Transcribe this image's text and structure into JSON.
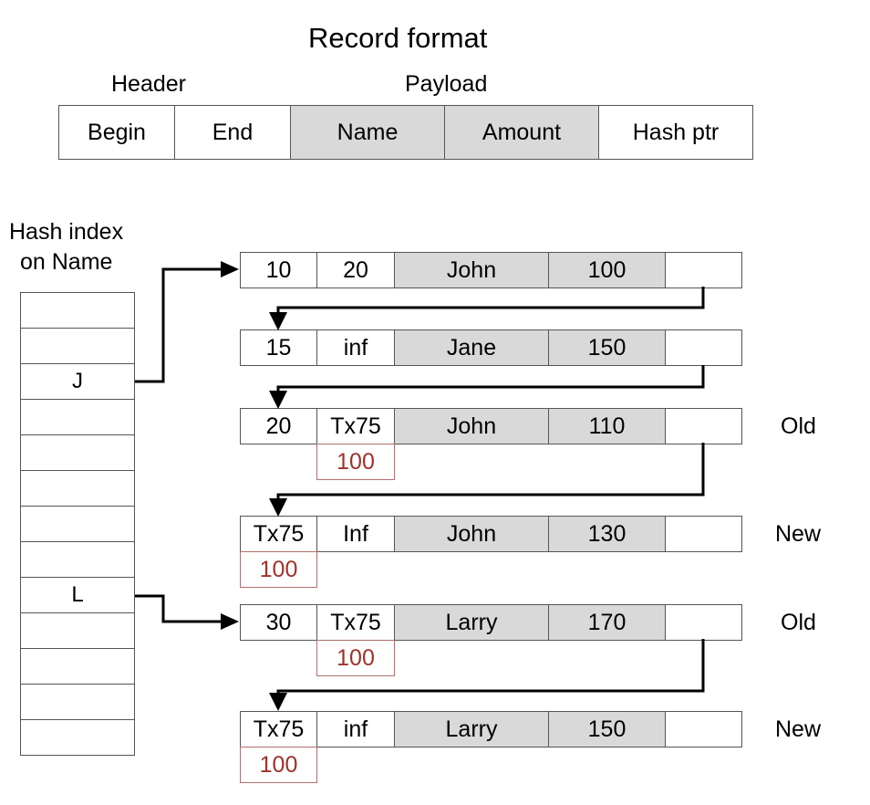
{
  "title": "Record format",
  "format": {
    "header_label": "Header",
    "payload_label": "Payload",
    "fields": [
      "Begin",
      "End",
      "Name",
      "Amount",
      "Hash ptr"
    ]
  },
  "hash_index": {
    "label_line1": "Hash index",
    "label_line2": "on Name",
    "keys": [
      "",
      "",
      "J",
      "",
      "",
      "",
      "",
      "",
      "L",
      "",
      "",
      "",
      ""
    ]
  },
  "records": [
    {
      "begin": "10",
      "end": "20",
      "name": "John",
      "amount": "100",
      "hash_ptr": "",
      "sub": "",
      "tag": ""
    },
    {
      "begin": "15",
      "end": "inf",
      "name": "Jane",
      "amount": "150",
      "hash_ptr": "",
      "sub": "",
      "tag": ""
    },
    {
      "begin": "20",
      "end": "Tx75",
      "name": "John",
      "amount": "110",
      "hash_ptr": "",
      "sub": "100",
      "tag": "Old"
    },
    {
      "begin": "Tx75",
      "end": "Inf",
      "name": "John",
      "amount": "130",
      "hash_ptr": "",
      "sub": "100",
      "tag": "New"
    },
    {
      "begin": "30",
      "end": "Tx75",
      "name": "Larry",
      "amount": "170",
      "hash_ptr": "",
      "sub": "100",
      "tag": "Old"
    },
    {
      "begin": "Tx75",
      "end": "inf",
      "name": "Larry",
      "amount": "150",
      "hash_ptr": "",
      "sub": "100",
      "tag": "New"
    }
  ],
  "colors": {
    "payload_fill": "#d9d9d9",
    "sub_value_text": "#a0322a"
  }
}
